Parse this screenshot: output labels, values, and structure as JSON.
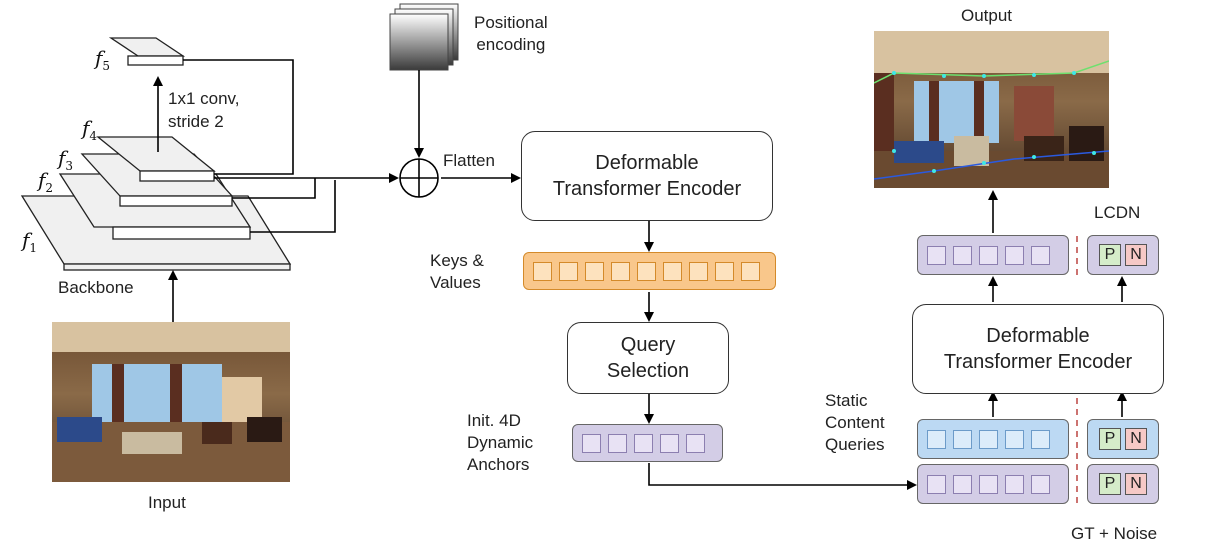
{
  "labels": {
    "positional_encoding": "Positional\nencoding",
    "conv": "1x1 conv,\nstride 2",
    "backbone": "Backbone",
    "input": "Input",
    "flatten": "Flatten",
    "keys_values": "Keys &\nValues",
    "init_anchors": "Init. 4D\nDynamic\nAnchors",
    "static_queries": "Static\nContent\nQueries",
    "output": "Output",
    "lcdn": "LCDN",
    "gt_noise": "GT + Noise",
    "p": "P",
    "n": "N"
  },
  "feature_maps": {
    "f1": {
      "base": "f",
      "sub": "1"
    },
    "f2": {
      "base": "f",
      "sub": "2"
    },
    "f3": {
      "base": "f",
      "sub": "3"
    },
    "f4": {
      "base": "f",
      "sub": "4"
    },
    "f5": {
      "base": "f",
      "sub": "5"
    }
  },
  "boxes": {
    "encoder": "Deformable\nTransformer Encoder",
    "query_selection": "Query\nSelection",
    "decoder": "Deformable\nTransformer Encoder"
  },
  "colors": {
    "purple": "#d3cde6",
    "orange": "#f9c78b",
    "blue": "#bcd9f3",
    "p_green": "#d5ecc9",
    "n_red": "#f6c9c6",
    "dashed": "#c0504d"
  }
}
